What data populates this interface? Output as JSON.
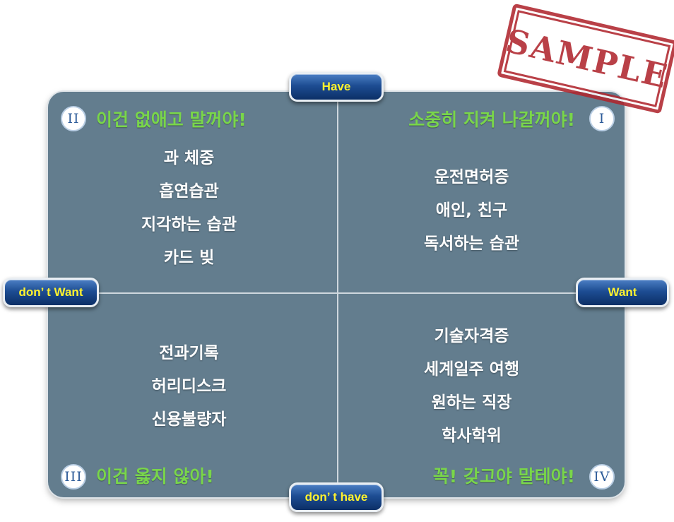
{
  "stamp": {
    "text": "SAMPLE"
  },
  "axes": {
    "top": "Have",
    "bottom": "don’ t have",
    "left": "don’ t Want",
    "right": "Want"
  },
  "quadrants": {
    "ii": {
      "numeral": "II",
      "heading": "이건 없애고 말꺼야!",
      "items": [
        "과 체중",
        "흡연습관",
        "지각하는 습관",
        "카드 빚"
      ]
    },
    "i": {
      "numeral": "I",
      "heading": "소중히 지켜 나갈꺼야!",
      "items": [
        "운전면허증",
        "애인, 친구",
        "독서하는 습관"
      ]
    },
    "iii": {
      "numeral": "III",
      "heading": "이건 옳지 않아!",
      "items": [
        "전과기록",
        "허리디스크",
        "신용불량자"
      ]
    },
    "iv": {
      "numeral": "IV",
      "heading": "꼭! 갖고야 말테야!",
      "items": [
        "기술자격증",
        "세계일주 여행",
        "원하는 직장",
        "학사학위"
      ]
    }
  },
  "colors": {
    "board": "#637d8e",
    "heading": "#79d64a",
    "pill_text": "#fff22e",
    "stamp": "#b0262e"
  }
}
